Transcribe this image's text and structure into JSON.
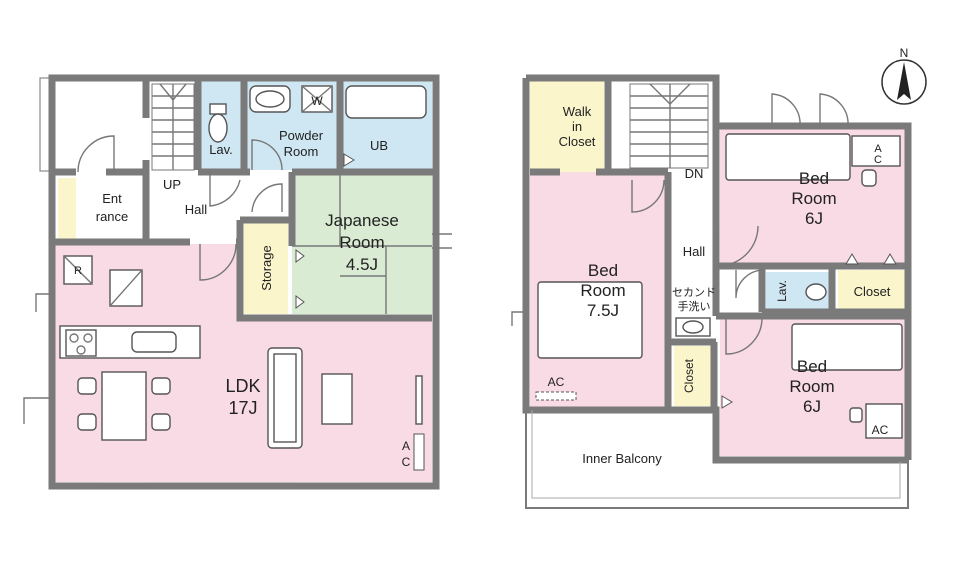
{
  "colors": {
    "living": "#f9dbe6",
    "japanese": "#d9ebd2",
    "wet": "#cfe6f3",
    "storage": "#fbf5cc",
    "wall": "#7a7a7a",
    "hall": "#ffffff"
  },
  "compass": {
    "label": "N"
  },
  "floor1": {
    "entrance": [
      "Ent",
      "rance"
    ],
    "up": "UP",
    "hall": "Hall",
    "lav": "Lav.",
    "powder": [
      "Powder",
      "Room"
    ],
    "washer": "W",
    "ub": "UB",
    "japanese": [
      "Japanese",
      "Room",
      "4.5J"
    ],
    "storage": "Storage",
    "refrigerator": "R",
    "ldk": [
      "LDK",
      "17J"
    ],
    "ac": [
      "A",
      "C"
    ]
  },
  "floor2": {
    "walkin": [
      "Walk",
      "in",
      "Closet"
    ],
    "dn": "DN",
    "hall": "Hall",
    "bed75": [
      "Bed",
      "Room",
      "7.5J"
    ],
    "bed6a": [
      "Bed",
      "Room",
      "6J"
    ],
    "bed6b": [
      "Bed",
      "Room",
      "6J"
    ],
    "second_sink": [
      "セカンド",
      "手洗い"
    ],
    "lav": "Lav.",
    "closet_right": "Closet",
    "closet_left": "Closet",
    "balcony": "Inner Balcony",
    "ac_left": "AC",
    "ac_top": [
      "A",
      "C"
    ],
    "ac_bottom": "AC"
  }
}
